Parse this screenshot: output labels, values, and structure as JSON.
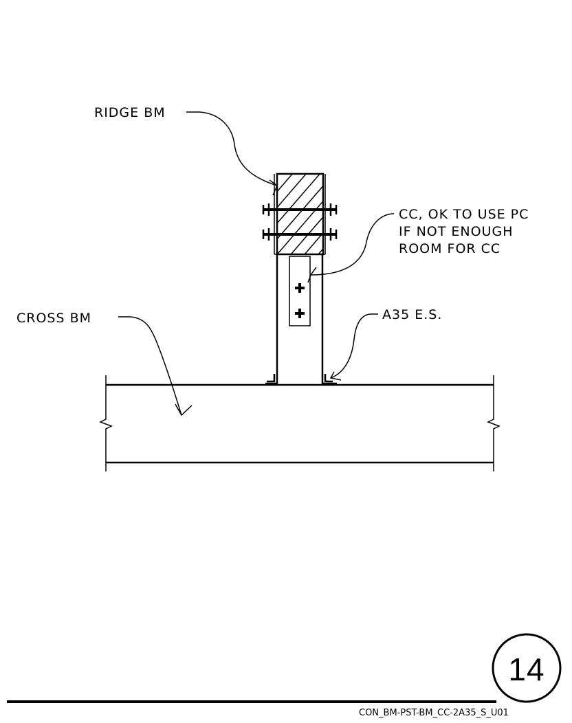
{
  "labels": {
    "ridge_beam": "RIDGE BM",
    "connector_line1": "CC, OK TO USE PC",
    "connector_line2": "IF NOT ENOUGH",
    "connector_line3": "ROOM FOR CC",
    "cross_beam": "CROSS BM",
    "angle_clip": "A35 E.S."
  },
  "title_block": {
    "detail_number": "14",
    "drawing_id": "CON_BM-PST-BM_CC-2A35_S_U01"
  }
}
